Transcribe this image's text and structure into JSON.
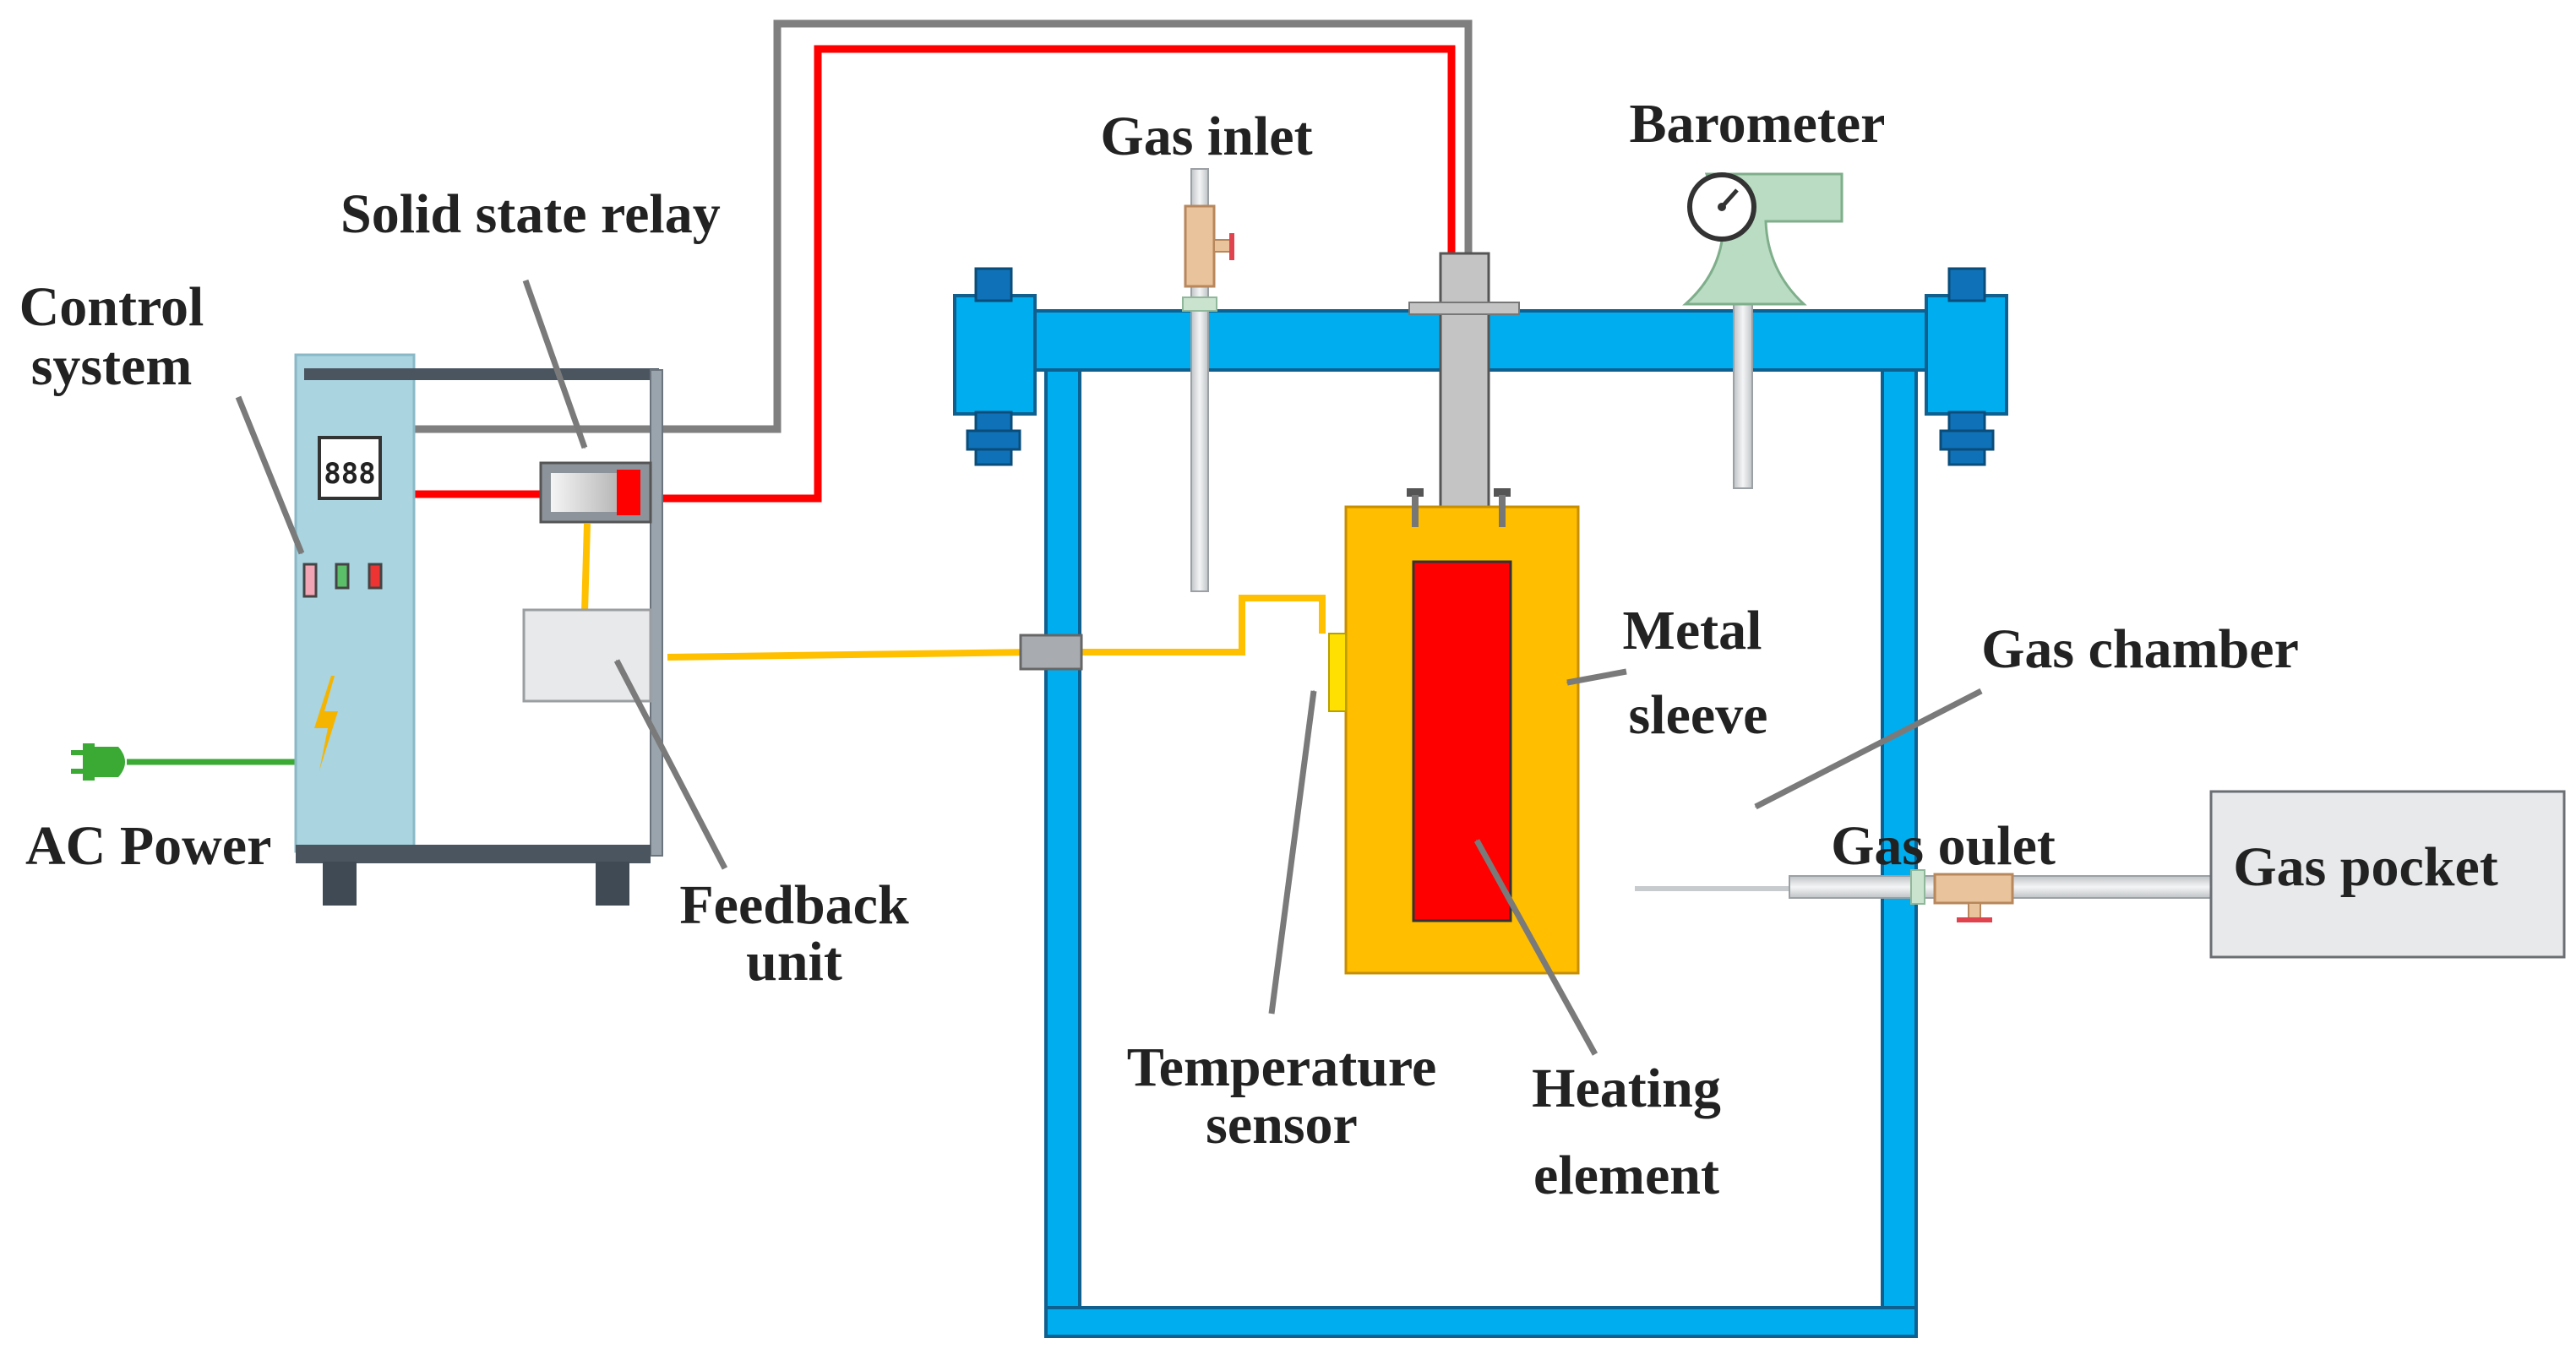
{
  "labels": {
    "control_system_line1": "Control",
    "control_system_line2": "system",
    "solid_state_relay": "Solid state relay",
    "ac_power": "AC Power",
    "feedback_unit_line1": "Feedback",
    "feedback_unit_line2": "unit",
    "gas_inlet": "Gas inlet",
    "barometer": "Barometer",
    "metal_sleeve_line1": "Metal",
    "metal_sleeve_line2": "sleeve",
    "gas_chamber": "Gas chamber",
    "gas_outlet": "Gas oulet",
    "gas_pocket": "Gas pocket",
    "temperature_sensor_line1": "Temperature",
    "temperature_sensor_line2": "sensor",
    "heating_element_line1": "Heating",
    "heating_element_line2": "element"
  },
  "colors": {
    "chamber_blue": "#00AEEF",
    "chamber_dark_blue": "#0F72B8",
    "sleeve_orange": "#FFBE00",
    "heater_red": "#FF0000",
    "wire_gray": "#7F7F7F",
    "wire_red": "#FF0000",
    "wire_yellow": "#FFC000",
    "power_green": "#3AAA35",
    "cabinet_blue": "#A9D4E0",
    "barometer_green": "#B9DCC2",
    "pocket_gray": "#E7E9EB",
    "arrow_gray": "#7A7A7A"
  },
  "icons": {
    "plug": "power-plug-icon",
    "lightning": "lightning-icon",
    "gauge": "pressure-gauge-icon",
    "valve": "valve-icon"
  }
}
